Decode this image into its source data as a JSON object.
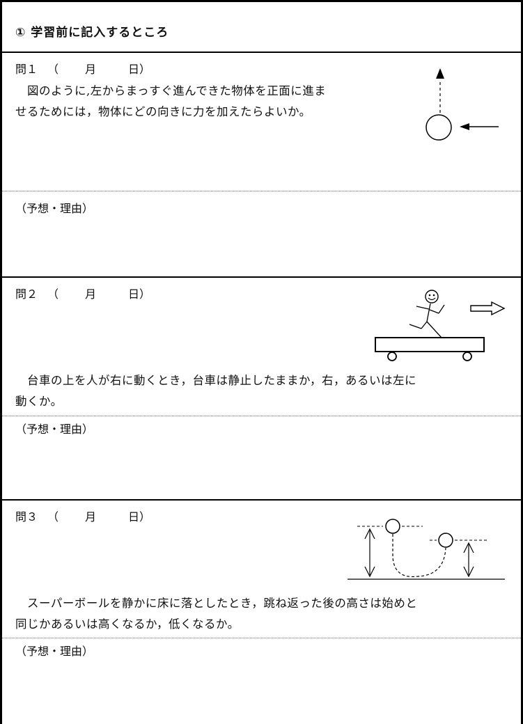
{
  "header": {
    "title": "① 学習前に記入するところ"
  },
  "questions": [
    {
      "number": "問１",
      "date_open": "（",
      "month": "月",
      "day": "日）",
      "text_line1": "　図のように,左からまっすぐ進んできた物体を正面に進ま",
      "text_line2": "せるためには，物体にどの向きに力を加えたらよいか。",
      "answer_label": "（予想・理由）"
    },
    {
      "number": "問２",
      "date_open": "（",
      "month": "月",
      "day": "日）",
      "text_line1": "　台車の上を人が右に動くとき，台車は静止したままか，右，あるいは左に",
      "text_line2": "動くか。",
      "answer_label": "（予想・理由）"
    },
    {
      "number": "問３",
      "date_open": "（",
      "month": "月",
      "day": "日）",
      "text_line1": "　スーパーボールを静かに床に落としたとき，跳ね返った後の高さは始めと",
      "text_line2": "同じかあるいは高くなるか，低くなるか。",
      "answer_label": "（予想・理由）"
    }
  ]
}
